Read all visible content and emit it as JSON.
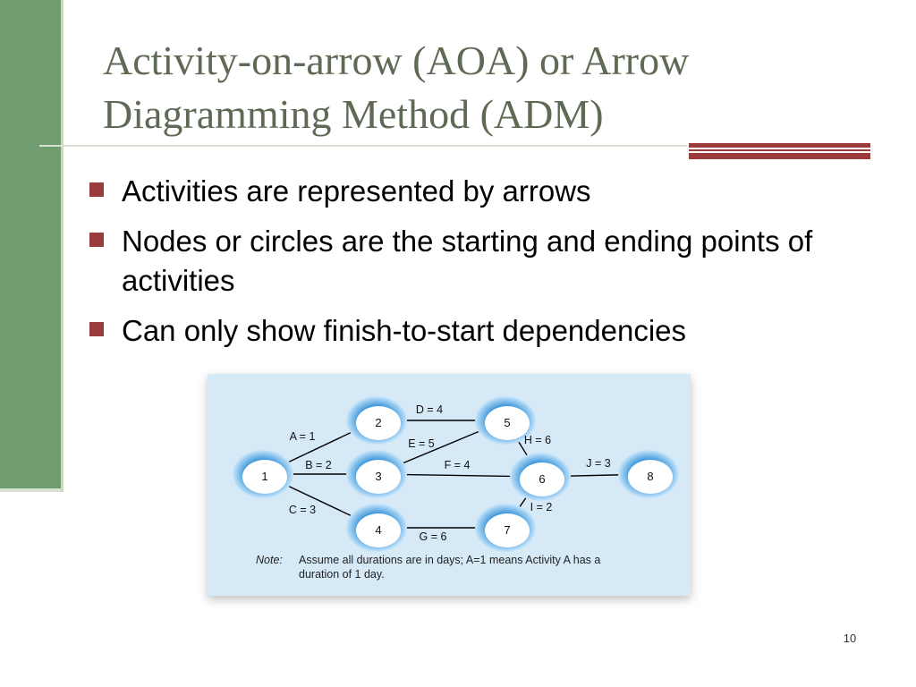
{
  "slide": {
    "title": "Activity-on-arrow (AOA) or Arrow\nDiagramming Method (ADM)",
    "bullets": [
      "Activities are represented by arrows",
      "Nodes or circles are the starting and ending points of activities",
      "Can only show finish-to-start dependencies"
    ],
    "page_number": "10"
  },
  "diagram": {
    "nodes": [
      "1",
      "2",
      "3",
      "4",
      "5",
      "6",
      "7",
      "8"
    ],
    "activities": [
      {
        "from": "1",
        "to": "2",
        "label": "A = 1"
      },
      {
        "from": "1",
        "to": "3",
        "label": "B = 2"
      },
      {
        "from": "1",
        "to": "4",
        "label": "C = 3"
      },
      {
        "from": "2",
        "to": "5",
        "label": "D = 4"
      },
      {
        "from": "3",
        "to": "5",
        "label": "E = 5"
      },
      {
        "from": "3",
        "to": "6",
        "label": "F = 4"
      },
      {
        "from": "4",
        "to": "7",
        "label": "G = 6"
      },
      {
        "from": "5",
        "to": "6",
        "label": "H = 6"
      },
      {
        "from": "7",
        "to": "6",
        "label": "I = 2"
      },
      {
        "from": "6",
        "to": "8",
        "label": "J = 3"
      }
    ],
    "note_label": "Note:",
    "note_line1": "Assume all durations are in days; A=1 means Activity A has a",
    "note_line2": "duration of 1 day."
  },
  "colors": {
    "side_band": "#6f9d6f",
    "title_text": "#5f6a55",
    "accent": "#9b3b3b",
    "figure_bg": "#d6e9f7",
    "node_glow": "#6fb6e8"
  }
}
